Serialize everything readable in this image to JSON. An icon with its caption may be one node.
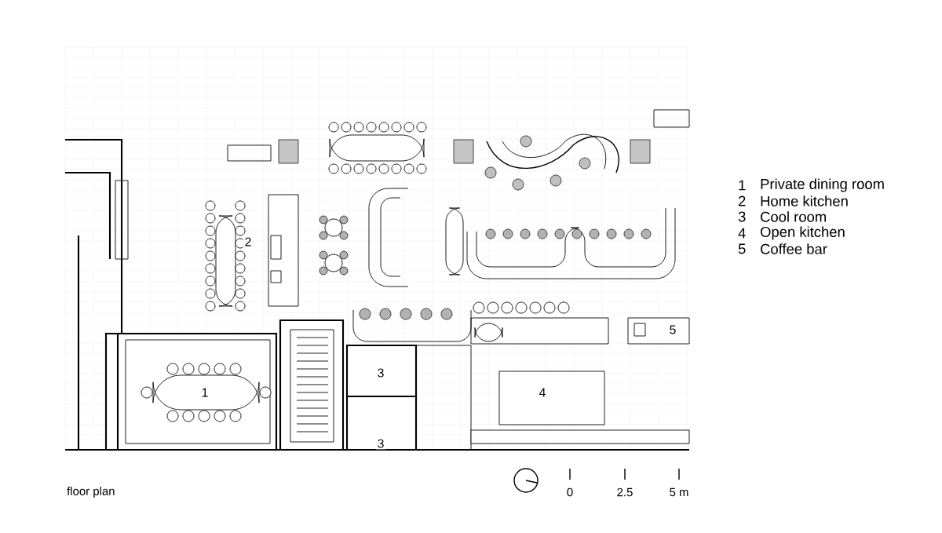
{
  "diagram": {
    "caption": "floor plan",
    "labels": [
      "1",
      "Private dining room",
      "2",
      "Home kitchen",
      "3",
      "Cool room",
      "4",
      "Open kitchen",
      "5",
      "Coffee bar",
      "2",
      "1",
      "3",
      "3",
      "4",
      "5",
      "0",
      "2.5",
      "5 m"
    ]
  }
}
